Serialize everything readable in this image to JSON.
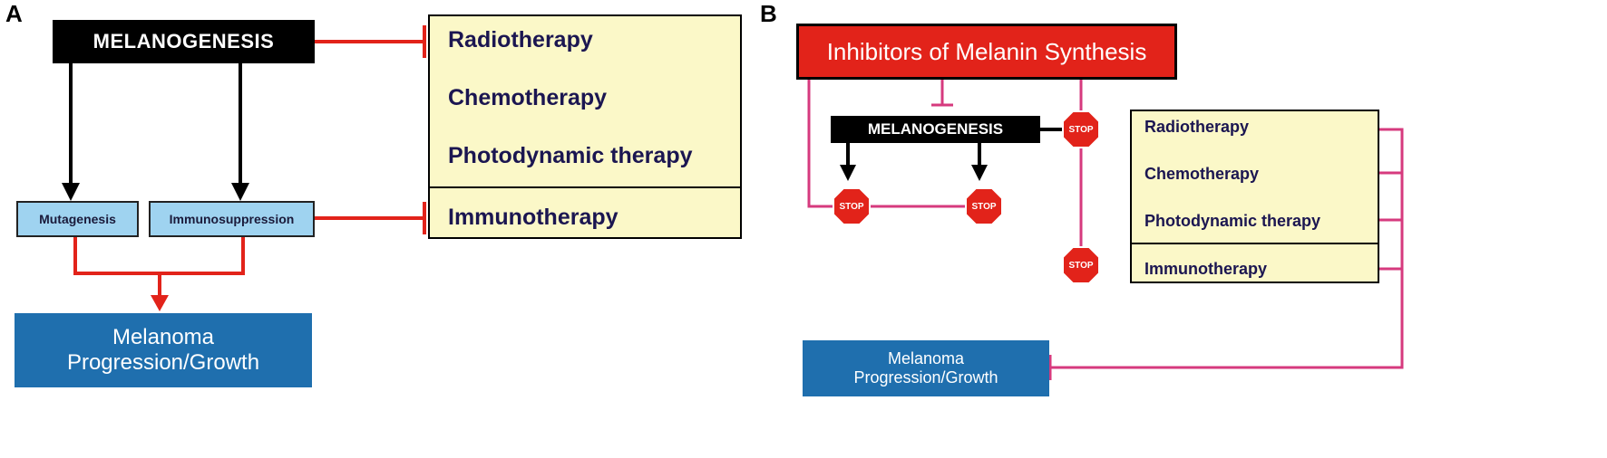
{
  "panel_a": {
    "label": "A",
    "melanogenesis": "MELANOGENESIS",
    "mutagenesis": "Mutagenesis",
    "immunosuppression": "Immunosuppression",
    "outcome_line1": "Melanoma",
    "outcome_line2": "Progression/Growth",
    "therapies": [
      "Radiotherapy",
      "Chemotherapy",
      "Photodynamic therapy"
    ],
    "immunotherapy": "Immunotherapy"
  },
  "panel_b": {
    "label": "B",
    "inhibitors": "Inhibitors of Melanin Synthesis",
    "melanogenesis": "MELANOGENESIS",
    "stop_label": "STOP",
    "therapies": [
      "Radiotherapy",
      "Chemotherapy",
      "Photodynamic therapy"
    ],
    "immunotherapy": "Immunotherapy",
    "outcome_line1": "Melanoma",
    "outcome_line2": "Progression/Growth"
  },
  "colors": {
    "black": "#000000",
    "red_line": "#e2231a",
    "pink_line": "#d63a7e",
    "stop_red": "#e2231a",
    "light_blue": "#9fd3f0",
    "dark_blue": "#1f6fae",
    "yellow": "#fbf8c8",
    "therapy_text": "#1b1651"
  }
}
